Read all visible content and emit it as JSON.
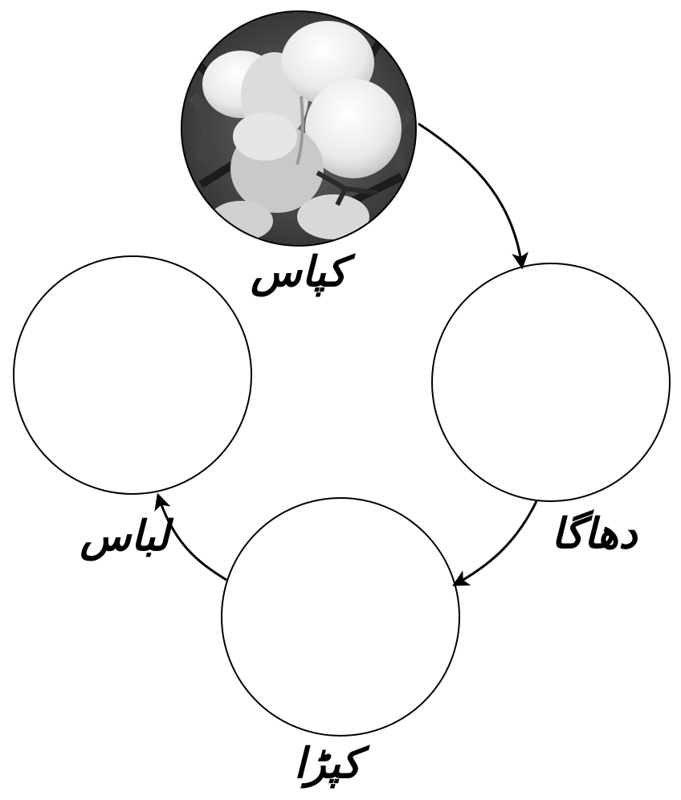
{
  "diagram": {
    "stages": [
      {
        "label": "کپاس",
        "image": "cotton-boll-photo"
      },
      {
        "label": "دھاگا"
      },
      {
        "label": "کپڑا"
      },
      {
        "label": "لباس"
      }
    ],
    "colors": {
      "outline": "#000000",
      "background": "#ffffff"
    }
  }
}
